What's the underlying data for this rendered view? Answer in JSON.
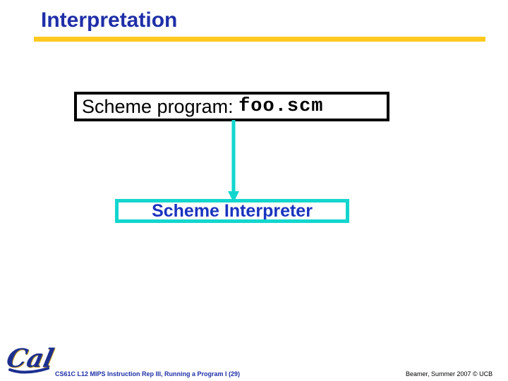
{
  "slide": {
    "title": "Interpretation",
    "rule_color": "#FFC920",
    "title_color": "#1F2FA8",
    "background": "#ffffff"
  },
  "diagram": {
    "program_box": {
      "label": "Scheme program: ",
      "filename": "foo.scm",
      "border_color": "#000000",
      "text_color": "#000000"
    },
    "arrow": {
      "direction": "down",
      "color": "#12D6CE"
    },
    "interpreter_box": {
      "label": "Scheme Interpreter",
      "border_color": "#12D6CE",
      "text_color": "#1A33BF"
    }
  },
  "footer": {
    "logo_text": "Cal",
    "left": "CS61C L12 MIPS Instruction Rep III, Running a Program I (29)",
    "right": "Beamer, Summer 2007 © UCB"
  }
}
